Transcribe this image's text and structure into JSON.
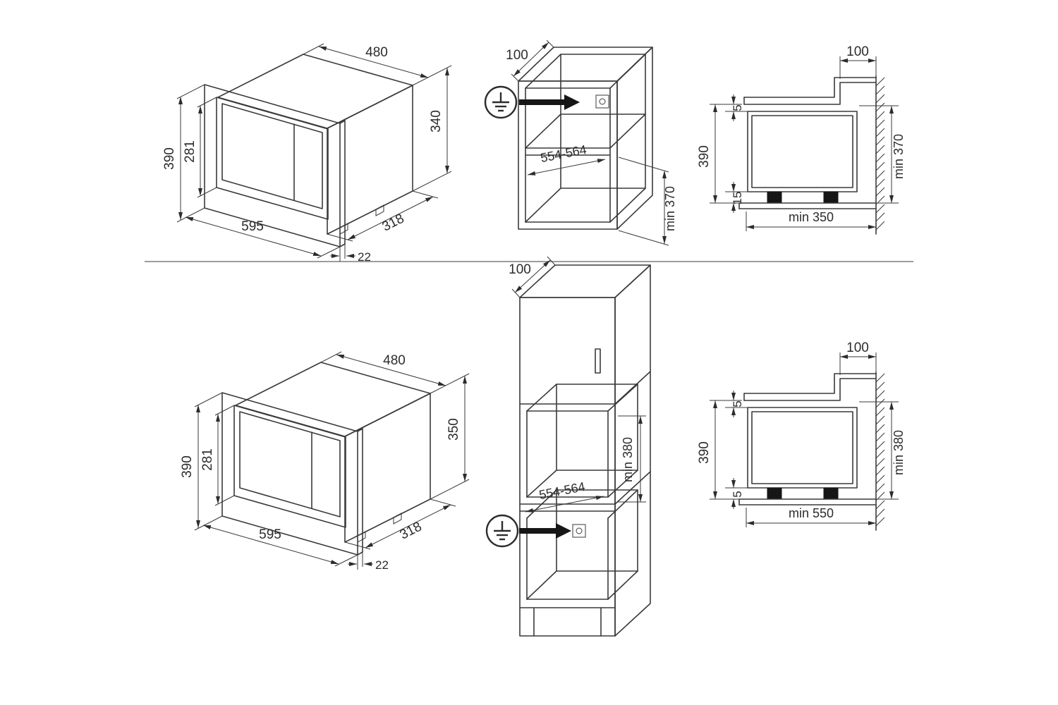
{
  "top_row": {
    "iso": {
      "width_top": "480",
      "height_front": "390",
      "height_door": "281",
      "height_back": "340",
      "width_front": "595",
      "depth": "318",
      "frame_thickness": "22"
    },
    "cabinet": {
      "top_depth": "100",
      "niche_width": "554-564",
      "niche_height": "min 370"
    },
    "section": {
      "wall_offset": "100",
      "gap_top": "5",
      "front_height": "390",
      "gap_bottom": "15",
      "niche_height": "min 370",
      "niche_depth": "min 350"
    }
  },
  "bottom_row": {
    "iso": {
      "width_top": "480",
      "height_front": "390",
      "height_door": "281",
      "height_back": "350",
      "width_front": "595",
      "depth": "318",
      "frame_thickness": "22"
    },
    "cabinet": {
      "top_depth": "100",
      "niche_width": "554-564",
      "niche_height": "min 380"
    },
    "section": {
      "wall_offset": "100",
      "gap_top": "5",
      "front_height": "390",
      "gap_bottom": "5",
      "niche_height": "min 380",
      "niche_depth": "min 550"
    }
  }
}
